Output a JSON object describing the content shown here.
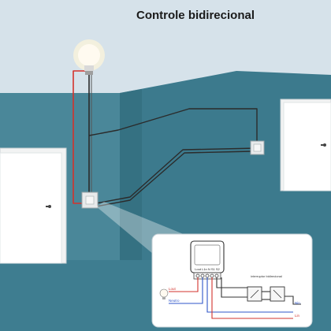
{
  "title": "Controle bidirecional",
  "inset": {
    "switch_label": "interruptor bidirecional",
    "terminal_labels": "Lout L1n N S1 S2",
    "wires": {
      "lout": "Lout",
      "neutral": "Neutro",
      "nin": "Nin",
      "lin": "Lin"
    }
  },
  "colors": {
    "wall_upper": "#d9e3ea",
    "wall_lower": "#3f7e90",
    "wire_live": "#d3332d",
    "wire_neutral": "#2f56c8",
    "wire_dark": "#333333"
  },
  "icons": [
    "light-bulb-icon",
    "wall-switch-icon",
    "door-icon",
    "smart-module-icon"
  ]
}
